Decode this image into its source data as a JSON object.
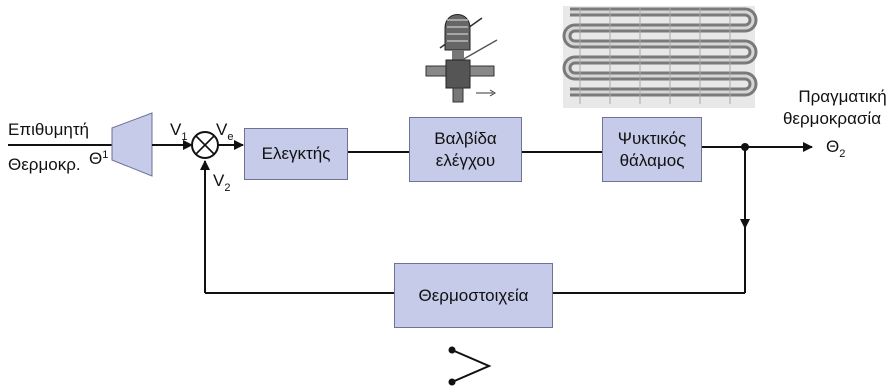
{
  "diagram": {
    "input_label": "Επιθυμητή",
    "input_label2": "Θερμοκρ.",
    "theta1": {
      "symbol": "Θ",
      "sub": "1"
    },
    "v1": {
      "symbol": "V",
      "sub": "1"
    },
    "ve": {
      "symbol": "V",
      "sub": "e"
    },
    "v2": {
      "symbol": "V",
      "sub": "2"
    },
    "blocks": {
      "controller": "Ελεγκτής",
      "valve": "Βαλβίδα\nελέγχου",
      "chamber": "Ψυκτικός\nθάλαμος",
      "sensor": "Θερμοστοιχεία"
    },
    "output_label": "Πραγματική",
    "output_label2": "θερμοκρασία",
    "theta2": {
      "symbol": "Θ",
      "sub": "2"
    },
    "colors": {
      "block_fill": "#c5cbe8",
      "block_border": "#6d7296",
      "line": "#111111"
    },
    "icons": {
      "valve_picture": "expansion-valve-photo",
      "chamber_picture": "evaporator-coil-photo",
      "thermocouple": "thermocouple-symbol"
    }
  }
}
